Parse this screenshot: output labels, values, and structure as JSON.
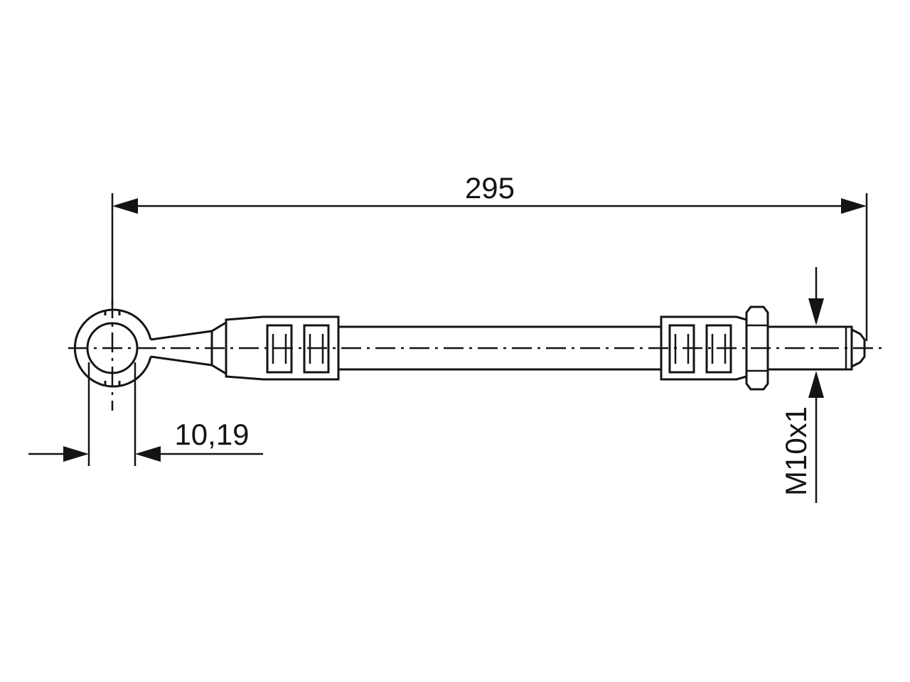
{
  "drawing": {
    "dimensions": {
      "overall_length": "295",
      "eye_hole_diameter": "10,19",
      "thread": "M10x1"
    }
  }
}
